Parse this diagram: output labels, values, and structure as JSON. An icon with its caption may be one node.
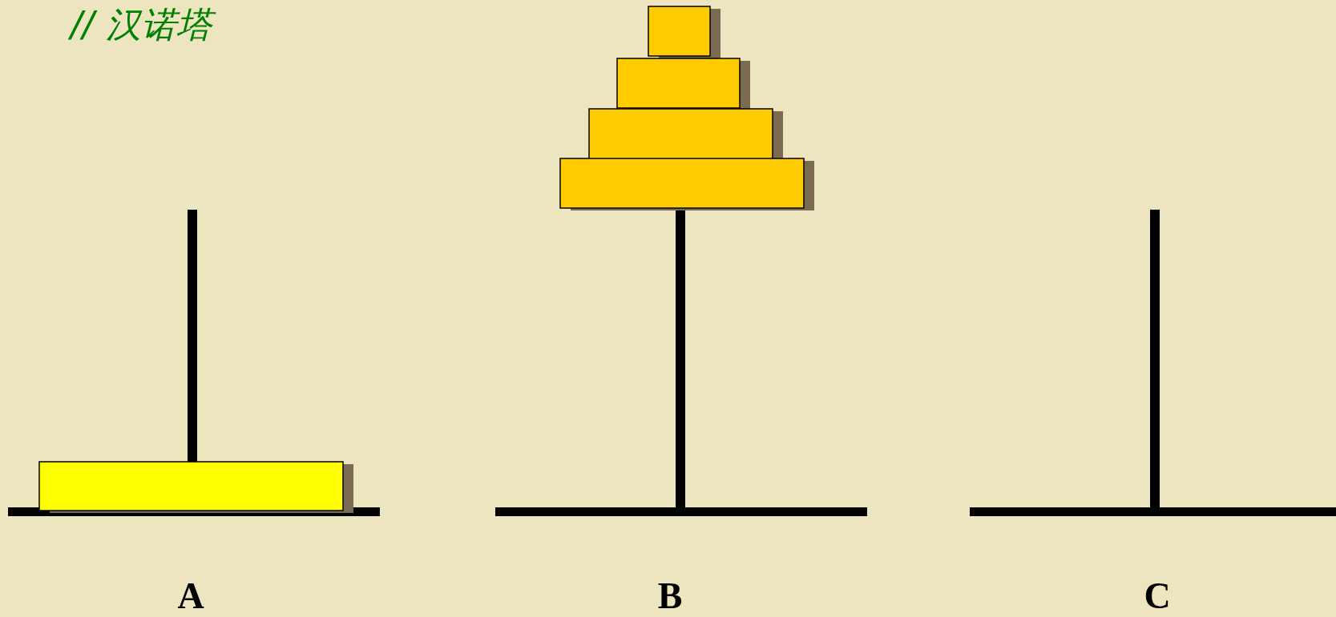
{
  "diagram": {
    "title": "// 汉诺塔",
    "labels": [
      "A",
      "B",
      "C"
    ]
  }
}
